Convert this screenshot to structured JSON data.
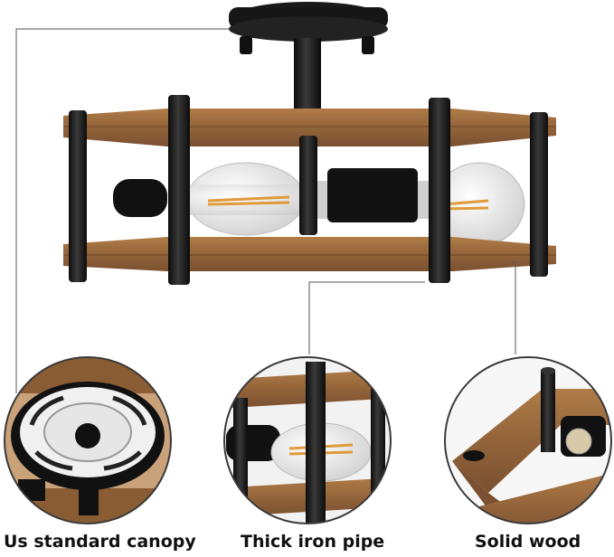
{
  "captions": {
    "canopy": "Us standard canopy",
    "pipe": "Thick iron pipe",
    "wood": "Solid wood"
  },
  "colors": {
    "wood": "#9a6a3c",
    "wood_dark": "#6e4523",
    "iron": "#141414",
    "leader_line": "#555555",
    "bulb_glass": "#dcdcdc",
    "filament": "#e09a3a"
  },
  "icons": {
    "main_photo": "ceiling-light-fixture",
    "detail_1": "canopy-closeup",
    "detail_2": "iron-pipe-closeup",
    "detail_3": "wood-frame-closeup"
  }
}
